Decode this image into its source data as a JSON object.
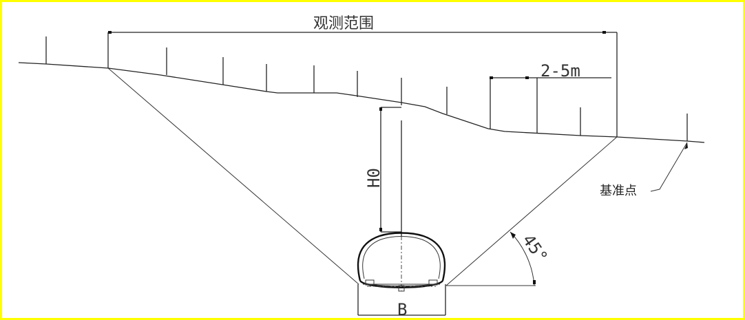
{
  "diagram": {
    "title": "观测范围",
    "labels": {
      "observation_range": "观测范围",
      "spacing": "2-5m",
      "depth": "H0",
      "width": "B",
      "angle": "45°",
      "reference_point": "基准点"
    },
    "colors": {
      "border": "#ffff00",
      "line": "#222222",
      "background": "#ffffff"
    },
    "elements": [
      "ground-surface-profile",
      "monitoring-points (vertical ticks)",
      "observation-range-dimension",
      "spacing-dimension 2-5m",
      "tunnel-cross-section",
      "tunnel-depth-dimension H0",
      "tunnel-width-dimension B",
      "45-degree influence lines",
      "reference-point leader"
    ]
  }
}
